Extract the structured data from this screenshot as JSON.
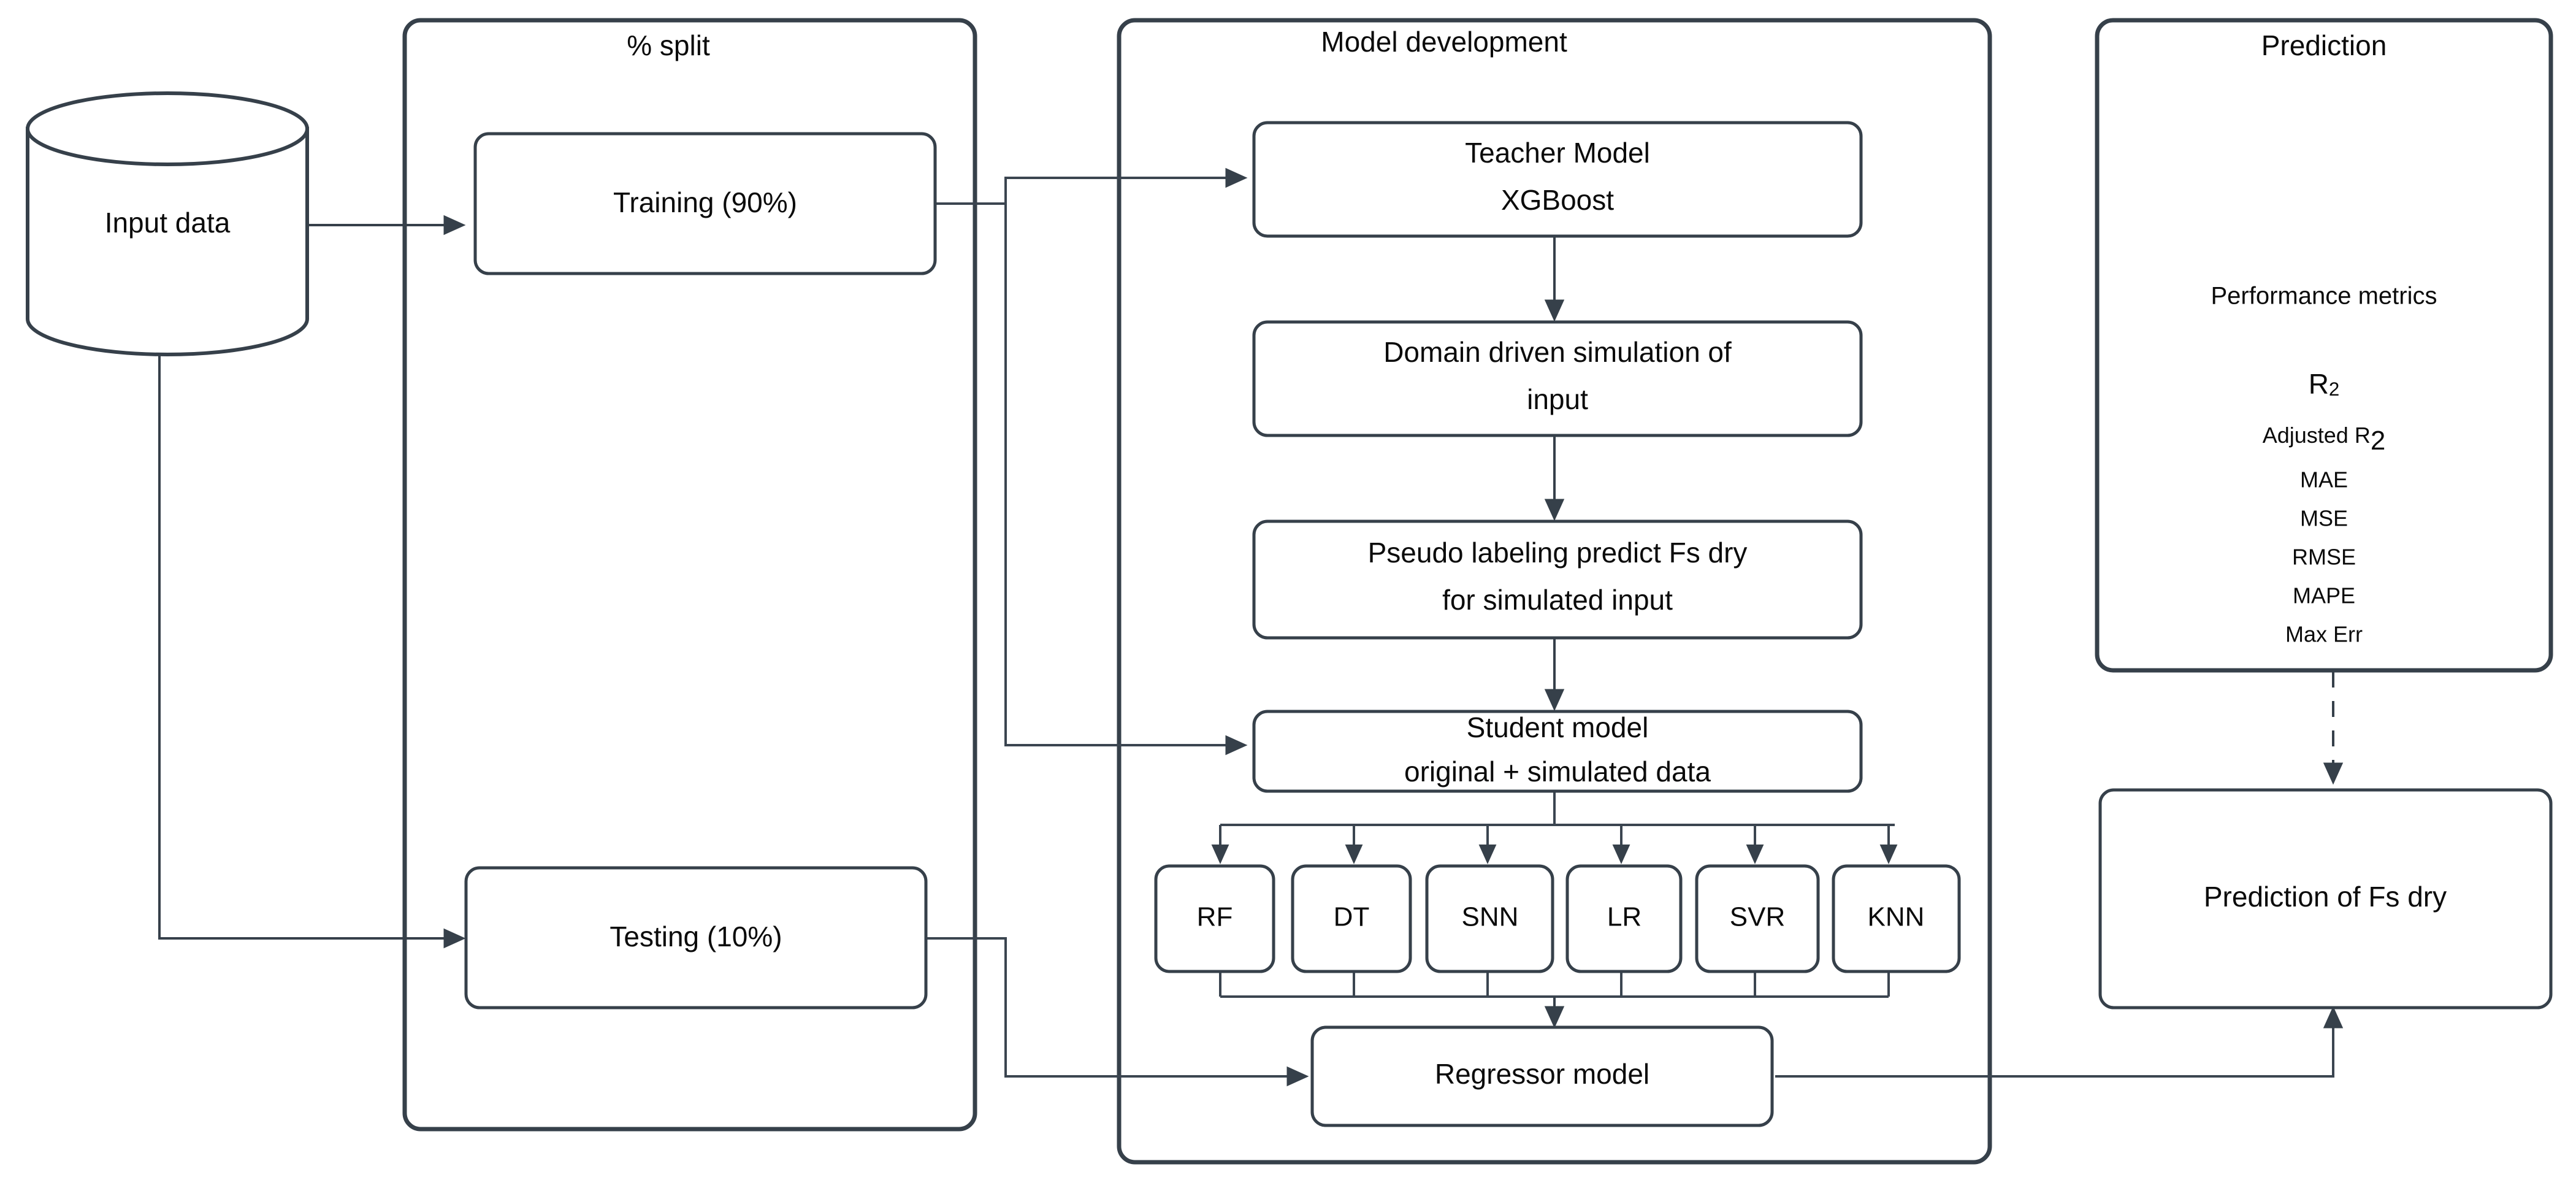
{
  "diagram": {
    "title": "Machine learning pipeline flowchart",
    "accent_color": "#36404a",
    "background_color": "#ffffff",
    "text_color": "#0b0b0b"
  },
  "source": {
    "label": "Input data",
    "shape": "cylinder"
  },
  "split_group": {
    "label": "% split",
    "nodes": [
      {
        "id": "training",
        "label": "Training (90%)"
      },
      {
        "id": "testing",
        "label": "Testing (10%)"
      }
    ]
  },
  "model_group": {
    "label": "Model development",
    "nodes": [
      {
        "id": "teacher",
        "line1": "Teacher Model",
        "line2": "XGBoost"
      },
      {
        "id": "simulation",
        "line1": "Domain driven simulation of",
        "line2": "input"
      },
      {
        "id": "pseudo",
        "line1": "Pseudo labeling predict Fs dry",
        "line2": "for simulated input"
      },
      {
        "id": "student",
        "line1": "Student model",
        "line2": "original + simulated data"
      },
      {
        "id": "regressor",
        "line1": "Regressor model",
        "line2": ""
      }
    ],
    "algorithms": [
      {
        "id": "rf",
        "label": "RF"
      },
      {
        "id": "dt",
        "label": "DT"
      },
      {
        "id": "snn",
        "label": "SNN"
      },
      {
        "id": "lr",
        "label": "LR"
      },
      {
        "id": "svr",
        "label": "SVR"
      },
      {
        "id": "knn",
        "label": "KNN"
      }
    ]
  },
  "prediction_group": {
    "label": "Prediction",
    "metrics_heading": "Performance metrics",
    "metrics": [
      {
        "base": "R",
        "sub": "2"
      },
      {
        "base": "Adjusted R",
        "sub": "2"
      },
      {
        "base": "MAE",
        "sub": ""
      },
      {
        "base": "MSE",
        "sub": ""
      },
      {
        "base": "RMSE",
        "sub": ""
      },
      {
        "base": "MAPE",
        "sub": ""
      },
      {
        "base": "Max Err",
        "sub": ""
      }
    ]
  },
  "output_node": {
    "label": "Prediction of Fs dry"
  }
}
